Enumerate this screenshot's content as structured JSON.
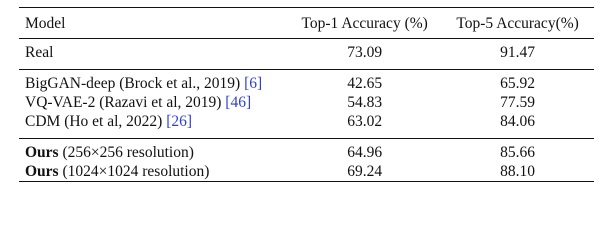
{
  "table": {
    "headers": {
      "model": "Model",
      "top1": "Top-1 Accuracy (%)",
      "top5": "Top-5 Accuracy(%)"
    },
    "groups": [
      {
        "rows": [
          {
            "model": "Real",
            "cite": "",
            "bold_prefix": "",
            "top1": "73.09",
            "top5": "91.47"
          }
        ]
      },
      {
        "rows": [
          {
            "model": "BigGAN-deep (Brock et al., 2019) ",
            "cite": "[6]",
            "bold_prefix": "",
            "top1": "42.65",
            "top5": "65.92"
          },
          {
            "model": "VQ-VAE-2 (Razavi et al, 2019) ",
            "cite": "[46]",
            "bold_prefix": "",
            "top1": "54.83",
            "top5": "77.59"
          },
          {
            "model": "CDM (Ho et al, 2022) ",
            "cite": "[26]",
            "bold_prefix": "",
            "top1": "63.02",
            "top5": "84.06"
          }
        ]
      },
      {
        "rows": [
          {
            "model": " (256×256 resolution)",
            "cite": "",
            "bold_prefix": "Ours",
            "top1": "64.96",
            "top5": "85.66"
          },
          {
            "model": " (1024×1024 resolution)",
            "cite": "",
            "bold_prefix": "Ours",
            "top1": "69.24",
            "top5": "88.10"
          }
        ]
      }
    ]
  }
}
